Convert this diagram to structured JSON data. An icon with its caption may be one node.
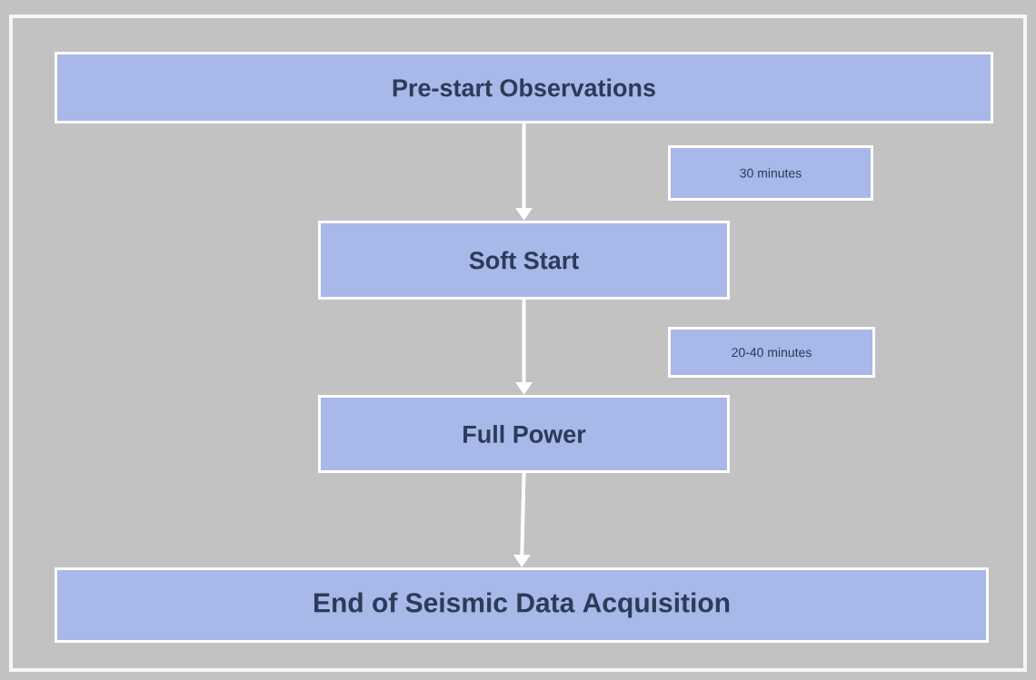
{
  "diagram": {
    "nodes": [
      {
        "text": [
          "Pre-start Observations"
        ]
      },
      {
        "text": [
          "30 minutes"
        ]
      },
      {
        "text": [
          "Soft Start"
        ]
      },
      {
        "text": [
          "20-40 minutes"
        ]
      },
      {
        "text": [
          "Full Power"
        ]
      },
      {
        "text": [
          "End of Seismic Data Acquisition"
        ]
      }
    ],
    "edges": [
      {
        "from": 0,
        "to": 2,
        "arrow": "to"
      },
      {
        "from": 2,
        "to": 4,
        "arrow": "to"
      },
      {
        "from": 4,
        "to": 5,
        "arrow": "to"
      }
    ]
  }
}
